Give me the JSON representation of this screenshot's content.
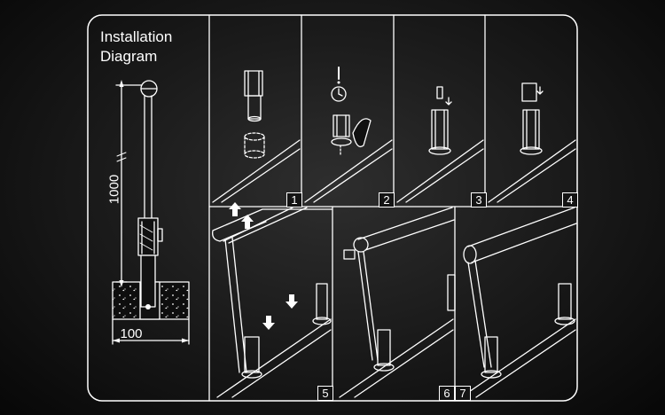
{
  "title_line1": "Installation",
  "title_line2": "Diagram",
  "dimension_height": "1000",
  "dimension_width": "100",
  "steps": [
    "1",
    "2",
    "3",
    "4",
    "5",
    "6",
    "7"
  ],
  "icons": [
    "exclamation-icon",
    "clock-icon",
    "arrow-down-icon"
  ]
}
